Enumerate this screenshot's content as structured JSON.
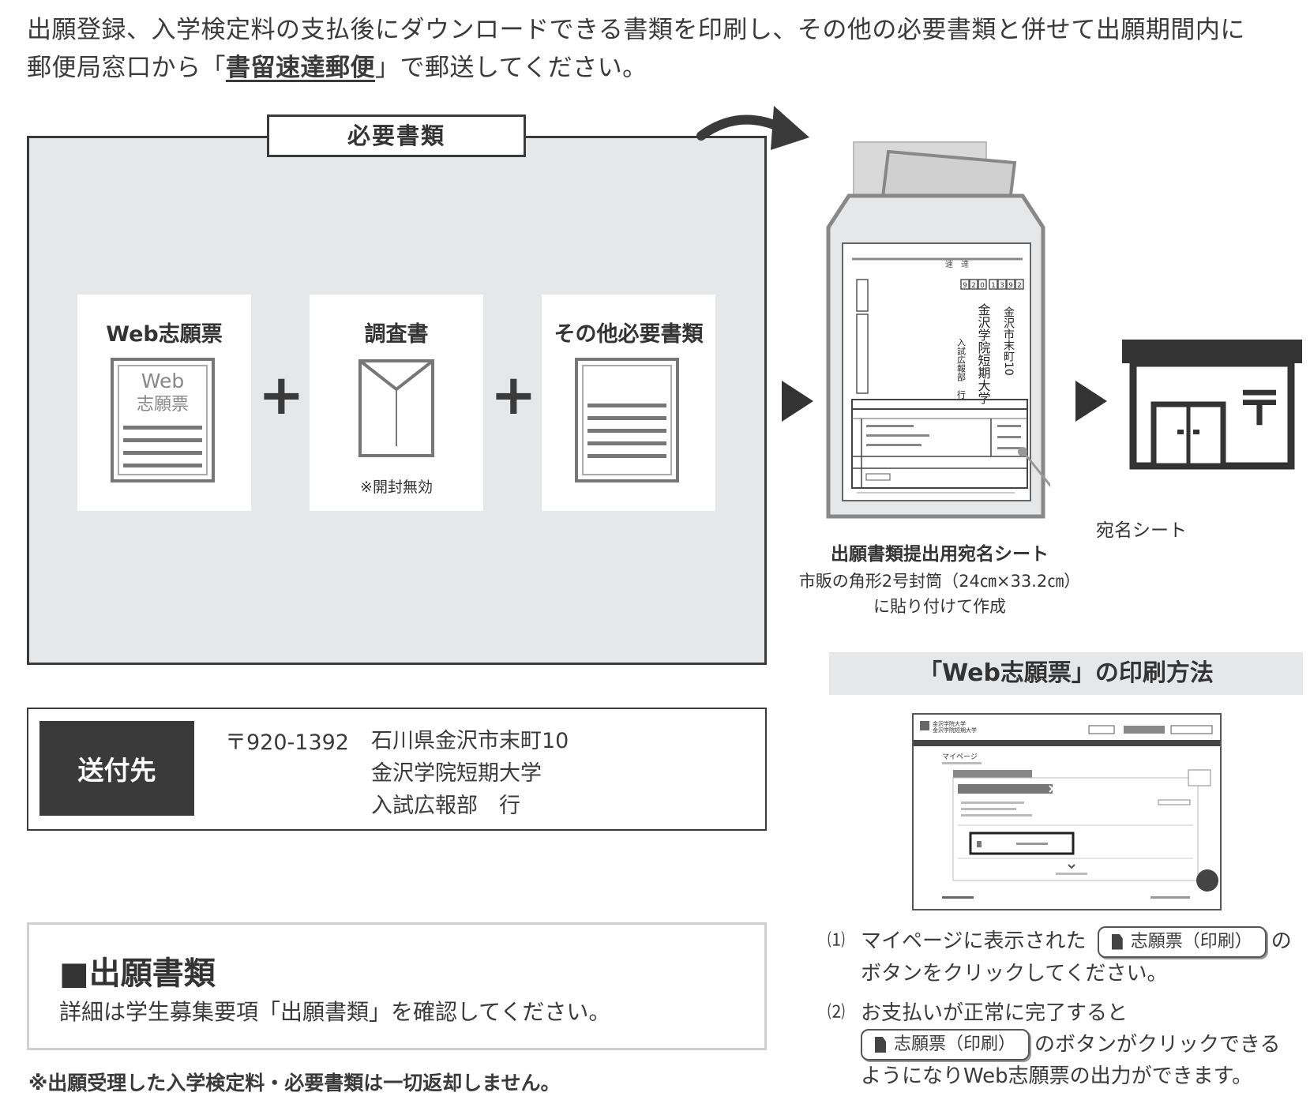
{
  "intro": {
    "line1": "出願登録、入学検定料の支払後にダウンロードできる書類を印刷し、その他の必要書類と併せて出願期間内に",
    "line2_pre": "郵便局窓口から「",
    "line2_em": "書留速達郵便",
    "line2_post": "」で郵送してください。"
  },
  "docs_panel": {
    "title": "必要書類",
    "cards": [
      {
        "title": "Web志願票",
        "icon_text_1": "Web",
        "icon_text_2": "志願票"
      },
      {
        "title": "調査書",
        "note": "※開封無効"
      },
      {
        "title": "その他必要書類"
      }
    ],
    "plus": "+"
  },
  "envelope": {
    "label_callout": "宛名シート",
    "caption": "出願書類提出用宛名シート",
    "sub_line1": "市販の角形2号封筒（24㎝×33.2㎝）",
    "sub_line2": "に貼り付けて作成",
    "sheet": {
      "sokutatsu": "速　達",
      "postal_digits": [
        "9",
        "2",
        "0",
        "1",
        "3",
        "9",
        "2"
      ],
      "address": "金沢市末町10",
      "school": "金沢学院短期大学",
      "dept": "入試広報部　行"
    }
  },
  "post_office": {
    "mark": "〒"
  },
  "destination": {
    "label": "送付先",
    "postal": "〒920-1392",
    "line1": "石川県金沢市末町10",
    "line2": "金沢学院短期大学",
    "line3": "入試広報部　行"
  },
  "application_docs": {
    "title": "■出願書類",
    "text": "詳細は学生募集要項「出願書類」を確認してください。"
  },
  "bottom_note": "※出願受理した入学検定料・必要書類は一切返却しません。",
  "print_method": {
    "header": "「Web志願票」の印刷方法",
    "screenshot": {
      "brand_1": "金沢学院大学",
      "brand_2": "金沢学院短期大学",
      "page_title": "マイページ"
    },
    "steps": [
      {
        "num": "⑴",
        "pre": "マイページに表示された",
        "button": "志願票（印刷）",
        "post": "の",
        "line2": "ボタンをクリックしてください。"
      },
      {
        "num": "⑵",
        "pre": "お支払いが正常に完了すると",
        "button": "志願票（印刷）",
        "post": "のボタンがクリックできる",
        "line3": "ようになりWeb志願票の出力ができます。"
      }
    ]
  }
}
